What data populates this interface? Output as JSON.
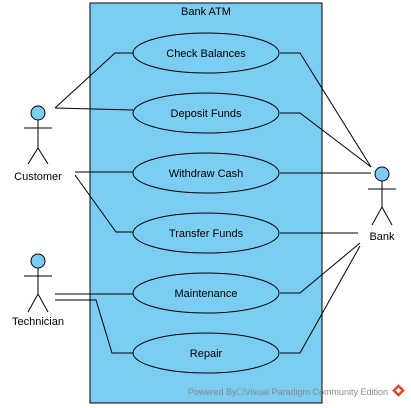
{
  "system": {
    "title": "Bank ATM"
  },
  "actors": {
    "customer": "Customer",
    "technician": "Technician",
    "bank": "Bank"
  },
  "use_cases": {
    "check_balances": "Check Balances",
    "deposit_funds": "Deposit Funds",
    "withdraw_cash": "Withdraw Cash",
    "transfer_funds": "Transfer Funds",
    "maintenance": "Maintenance",
    "repair": "Repair"
  },
  "watermark": "Powered By☐Visual Paradigm Community Edition",
  "colors": {
    "system_fill": "#7ccdf2",
    "system_stroke": "#000000",
    "actor_head": "#7ccdf2",
    "usecase_fill": "#7ccdf2",
    "logo": "#e0442c"
  }
}
